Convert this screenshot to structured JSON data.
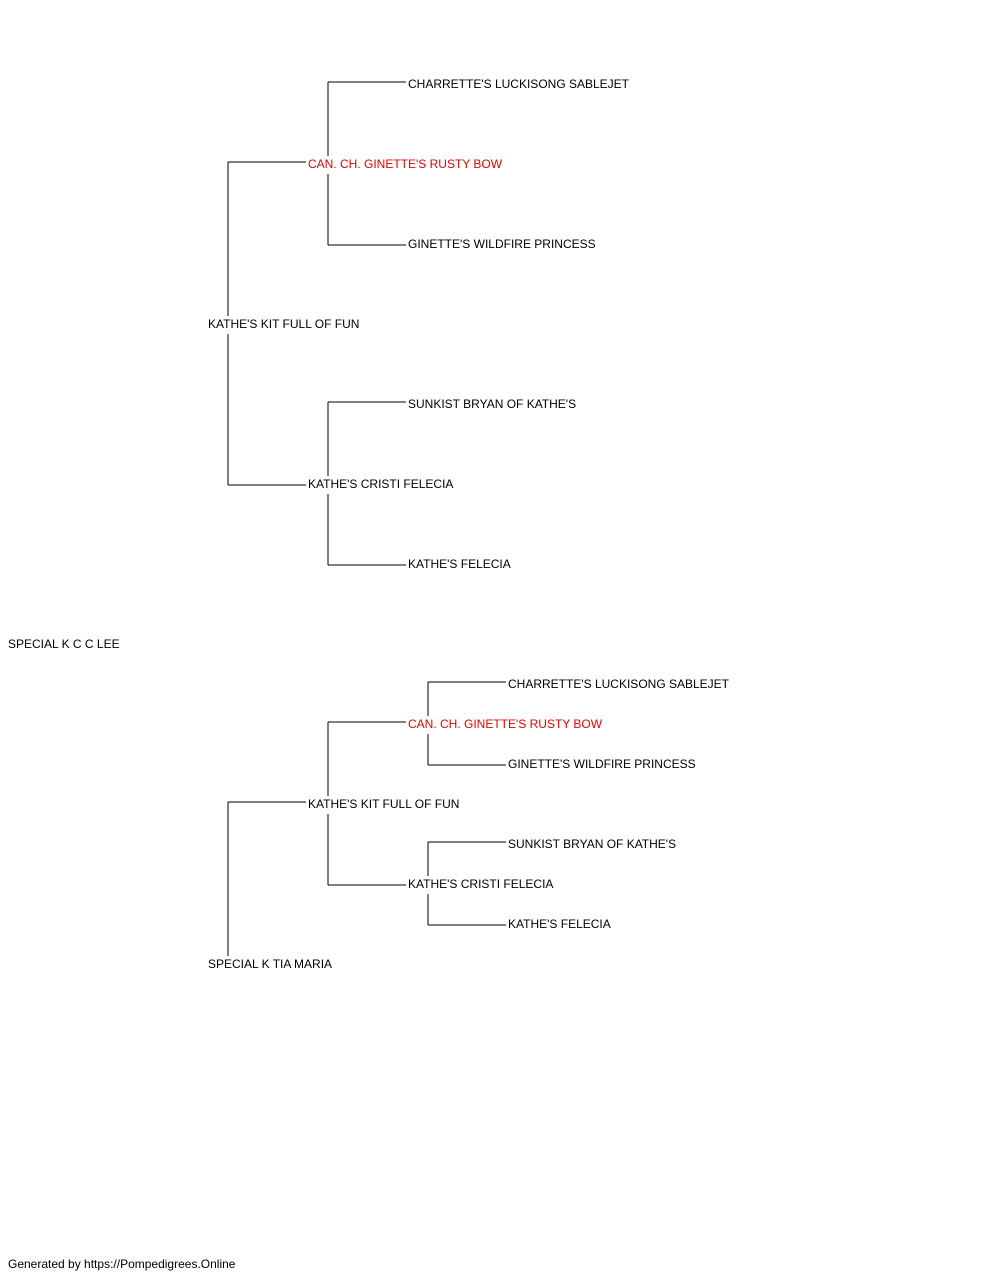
{
  "pedigree": {
    "subject": "SPECIAL K C C LEE",
    "sire": {
      "name": "KATHE'S KIT FULL OF FUN",
      "sire": {
        "name": "CAN. CH. GINETTE'S RUSTY BOW",
        "sire": "CHARRETTE'S LUCKISONG SABLEJET",
        "dam": "GINETTE'S WILDFIRE PRINCESS"
      },
      "dam": {
        "name": "KATHE'S CRISTI FELECIA",
        "sire": "SUNKIST BRYAN OF KATHE'S",
        "dam": "KATHE'S FELECIA"
      }
    },
    "dam": {
      "name": "SPECIAL K TIA MARIA",
      "sire": {
        "name": "KATHE'S KIT FULL OF FUN",
        "sire": {
          "name": "CAN. CH. GINETTE'S RUSTY BOW",
          "sire": "CHARRETTE'S LUCKISONG SABLEJET",
          "dam": "GINETTE'S WILDFIRE PRINCESS"
        },
        "dam": {
          "name": "KATHE'S CRISTI FELECIA",
          "sire": "SUNKIST BRYAN OF KATHE'S",
          "dam": "KATHE'S FELECIA"
        }
      }
    }
  },
  "colors": {
    "champion": "#e60000",
    "normal": "#000000",
    "lines": "#000000"
  },
  "footer": "Generated by https://Pompedigrees.Online"
}
